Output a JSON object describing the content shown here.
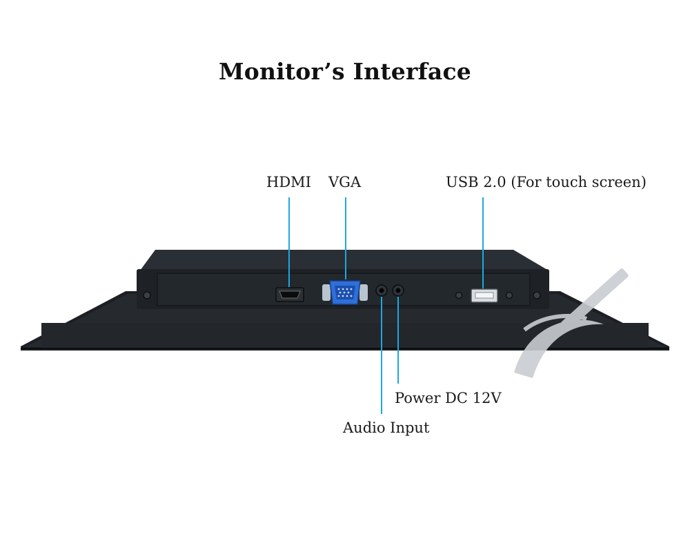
{
  "title": "Monitor’s Interface",
  "ports": {
    "hdmi": "HDMI",
    "vga": "VGA",
    "usb": "USB 2.0 (For touch screen)",
    "power": "Power DC 12V",
    "audio": "Audio Input"
  },
  "colors": {
    "leader_line": "#1ea7e1",
    "chassis": "#1f2327",
    "vga_connector": "#2f6fd8",
    "watermark": "#c9cdd2"
  }
}
